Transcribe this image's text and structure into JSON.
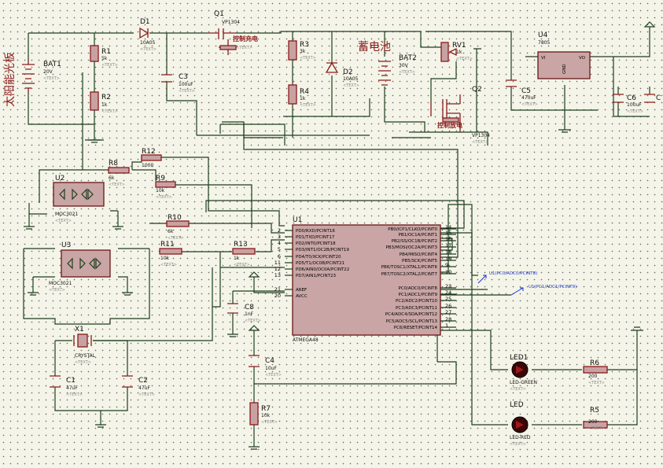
{
  "labels": {
    "solar_panel": "太阳能光板",
    "battery": "蓄电池",
    "charge_control": "控制充电",
    "discharge_control": "控制放电",
    "probe1": "U1(PC0/ADC0/PCINT8)",
    "probe2": "U1(PC1/ADC1/PCINT9)"
  },
  "text_placeholder": "<TEXT>",
  "components": {
    "bat1": {
      "ref": "BAT1",
      "value": "20V"
    },
    "bat2": {
      "ref": "BAT2",
      "value": "30V"
    },
    "d1": {
      "ref": "D1",
      "value": "10A05"
    },
    "d2": {
      "ref": "D2",
      "value": "10A05"
    },
    "q1": {
      "ref": "Q1",
      "value": "VP1304"
    },
    "q2": {
      "ref": "Q2",
      "value": "VP1304"
    },
    "r1": {
      "ref": "R1",
      "value": "5k"
    },
    "r2": {
      "ref": "R2",
      "value": "1k"
    },
    "r3": {
      "ref": "R3",
      "value": "3k"
    },
    "r4": {
      "ref": "R4",
      "value": "1k"
    },
    "r5": {
      "ref": "R5",
      "value": "200"
    },
    "r6": {
      "ref": "R6",
      "value": "200"
    },
    "r7": {
      "ref": "R7",
      "value": "10k"
    },
    "r8": {
      "ref": "R8",
      "value": "6k"
    },
    "r9": {
      "ref": "R9",
      "value": "10k"
    },
    "r10": {
      "ref": "R10",
      "value": "6k"
    },
    "r11": {
      "ref": "R11",
      "value": "10k"
    },
    "r12": {
      "ref": "R12",
      "value": "1000"
    },
    "r13": {
      "ref": "R13",
      "value": "1k"
    },
    "rv1": {
      "ref": "RV1",
      "value": "1k"
    },
    "c1": {
      "ref": "C1",
      "value": "47uF"
    },
    "c2": {
      "ref": "C2",
      "value": "47uF"
    },
    "c3": {
      "ref": "C3",
      "value": "100uF"
    },
    "c4": {
      "ref": "C4",
      "value": "10uF"
    },
    "c5": {
      "ref": "C5",
      "value": "470uF"
    },
    "c6": {
      "ref": "C6",
      "value": "100uF"
    },
    "c7": {
      "ref": "C"
    },
    "c8": {
      "ref": "C8",
      "value": "1nF"
    },
    "u2": {
      "ref": "U2",
      "value": "MOC3021"
    },
    "u3": {
      "ref": "U3",
      "value": "MOC3021"
    },
    "u4": {
      "ref": "U4",
      "value": "7805",
      "vi": "VI",
      "vo": "VO",
      "gnd": "GND"
    },
    "x1": {
      "ref": "X1",
      "value": "CRYSTAL"
    },
    "led1": {
      "ref": "LED1",
      "value": "LED-GREEN"
    },
    "led2": {
      "ref": "LED",
      "value": "LED-RED"
    },
    "u1": {
      "ref": "U1",
      "value": "ATMEGA48",
      "left_pins": [
        {
          "num": "2",
          "name": "PD0/RXD/PCINT16"
        },
        {
          "num": "3",
          "name": "PD1/TXD/PCINT17"
        },
        {
          "num": "4",
          "name": "PD2/INT0/PCINT18"
        },
        {
          "num": "5",
          "name": "PD3/INT1/OC2B/PCINT19"
        },
        {
          "num": "6",
          "name": "PD4/T0/XCK/PCINT20"
        },
        {
          "num": "11",
          "name": "PD5/T1/OC0B/PCINT21"
        },
        {
          "num": "12",
          "name": "PD6/AIN0/OC0A/PCINT22"
        },
        {
          "num": "13",
          "name": "PD7/AIN1/PCINT23"
        },
        {
          "num": "21",
          "name": "AREF"
        },
        {
          "num": "20",
          "name": "AVCC"
        }
      ],
      "right_pins": [
        {
          "num": "14",
          "name": "PB0/ICP1/CLKO/PCINT0"
        },
        {
          "num": "15",
          "name": "PB1/OC1A/PCINT1"
        },
        {
          "num": "16",
          "name": "PB2/SS/OC1B/PCINT2"
        },
        {
          "num": "17",
          "name": "PB3/MOSI/OC2A/PCINT3"
        },
        {
          "num": "18",
          "name": "PB4/MISO/PCINT4"
        },
        {
          "num": "19",
          "name": "PB5/SCK/PCINT5"
        },
        {
          "num": "9",
          "name": "PB6/TOSC1/XTAL1/PCINT6"
        },
        {
          "num": "10",
          "name": "PB7/TOSC2/XTAL2/PCINT7"
        },
        {
          "num": "23",
          "name": "PC0/ADC0/PCINT8"
        },
        {
          "num": "24",
          "name": "PC1/ADC1/PCINT9"
        },
        {
          "num": "25",
          "name": "PC2/ADC2/PCINT10"
        },
        {
          "num": "26",
          "name": "PC3/ADC3/PCINT11"
        },
        {
          "num": "27",
          "name": "PC4/ADC4/SDA/PCINT12"
        },
        {
          "num": "28",
          "name": "PC5/ADC5/SCL/PCINT13"
        },
        {
          "num": "1",
          "name": "PC6/RESET/PCINT14"
        }
      ]
    }
  }
}
